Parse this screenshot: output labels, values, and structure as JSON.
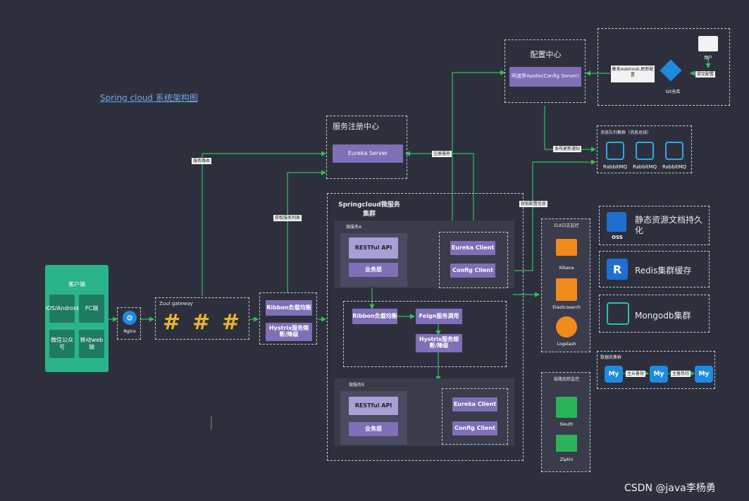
{
  "title": "Spring cloud 系统架构图",
  "watermark": "CSDN @java李杨勇",
  "client": {
    "title": "客户端",
    "tiles": [
      "iOS/Android",
      "PC端",
      "微信公众号",
      "移动web端"
    ]
  },
  "nginx": "Nginx",
  "zuul": "Zuul gateway",
  "ribbon_hystrix": {
    "ribbon": "Ribbon负载均衡",
    "hystrix": "Hystrix服务熔断/降级"
  },
  "registry": {
    "title": "服务注册中心",
    "server": "Eureka Server"
  },
  "config": {
    "title": "配置中心",
    "server": "阿波罗Apollo(Config Server)"
  },
  "git": {
    "user": "用户",
    "repo": "Git仓库",
    "commit": "提交配置",
    "webhook": "触发webhook,刷新配置"
  },
  "mq": {
    "title": "消息队列集群（消息总线）",
    "items": [
      "RabbitMQ",
      "RabbitMQ",
      "RabbitMQ"
    ]
  },
  "cluster": {
    "title": "Springcloud微服务集群",
    "serviceA": {
      "label": "微服务A",
      "api": "RESTful API",
      "biz": "业务层",
      "eureka": "Eureka Client",
      "config": "Config Client"
    },
    "inner": {
      "ribbon": "Ribbon负载均衡",
      "feign": "Feign服务调用",
      "hystrix": "Hystrix服务熔断/降级"
    },
    "serviceB": {
      "label": "微服务B",
      "api": "RESTful API",
      "biz": "业务层",
      "eureka": "Eureka Client",
      "config": "Config Client"
    }
  },
  "edges": {
    "route": "服务路由",
    "ribbon_fetch": "获取服务列表",
    "register": "注册服务",
    "notify": "发布更新通知",
    "config_fetch": "获取配置信息",
    "master_slave": "主从备份",
    "master_slave2": "主备热切"
  },
  "elk": {
    "title": "ELK日志监控",
    "items": [
      "Kibana",
      "Elasticsearch",
      "Logstash"
    ]
  },
  "trace": {
    "title": "链路追踪监控",
    "items": [
      "Sleuth",
      "Zipkin"
    ]
  },
  "oss": {
    "icon_label": "OSS",
    "text": "静态资源文档持久化"
  },
  "redis": {
    "text": "Redis集群缓存"
  },
  "mongodb": {
    "text": "Mongodb集群"
  },
  "db": {
    "title": "数据库集群"
  }
}
